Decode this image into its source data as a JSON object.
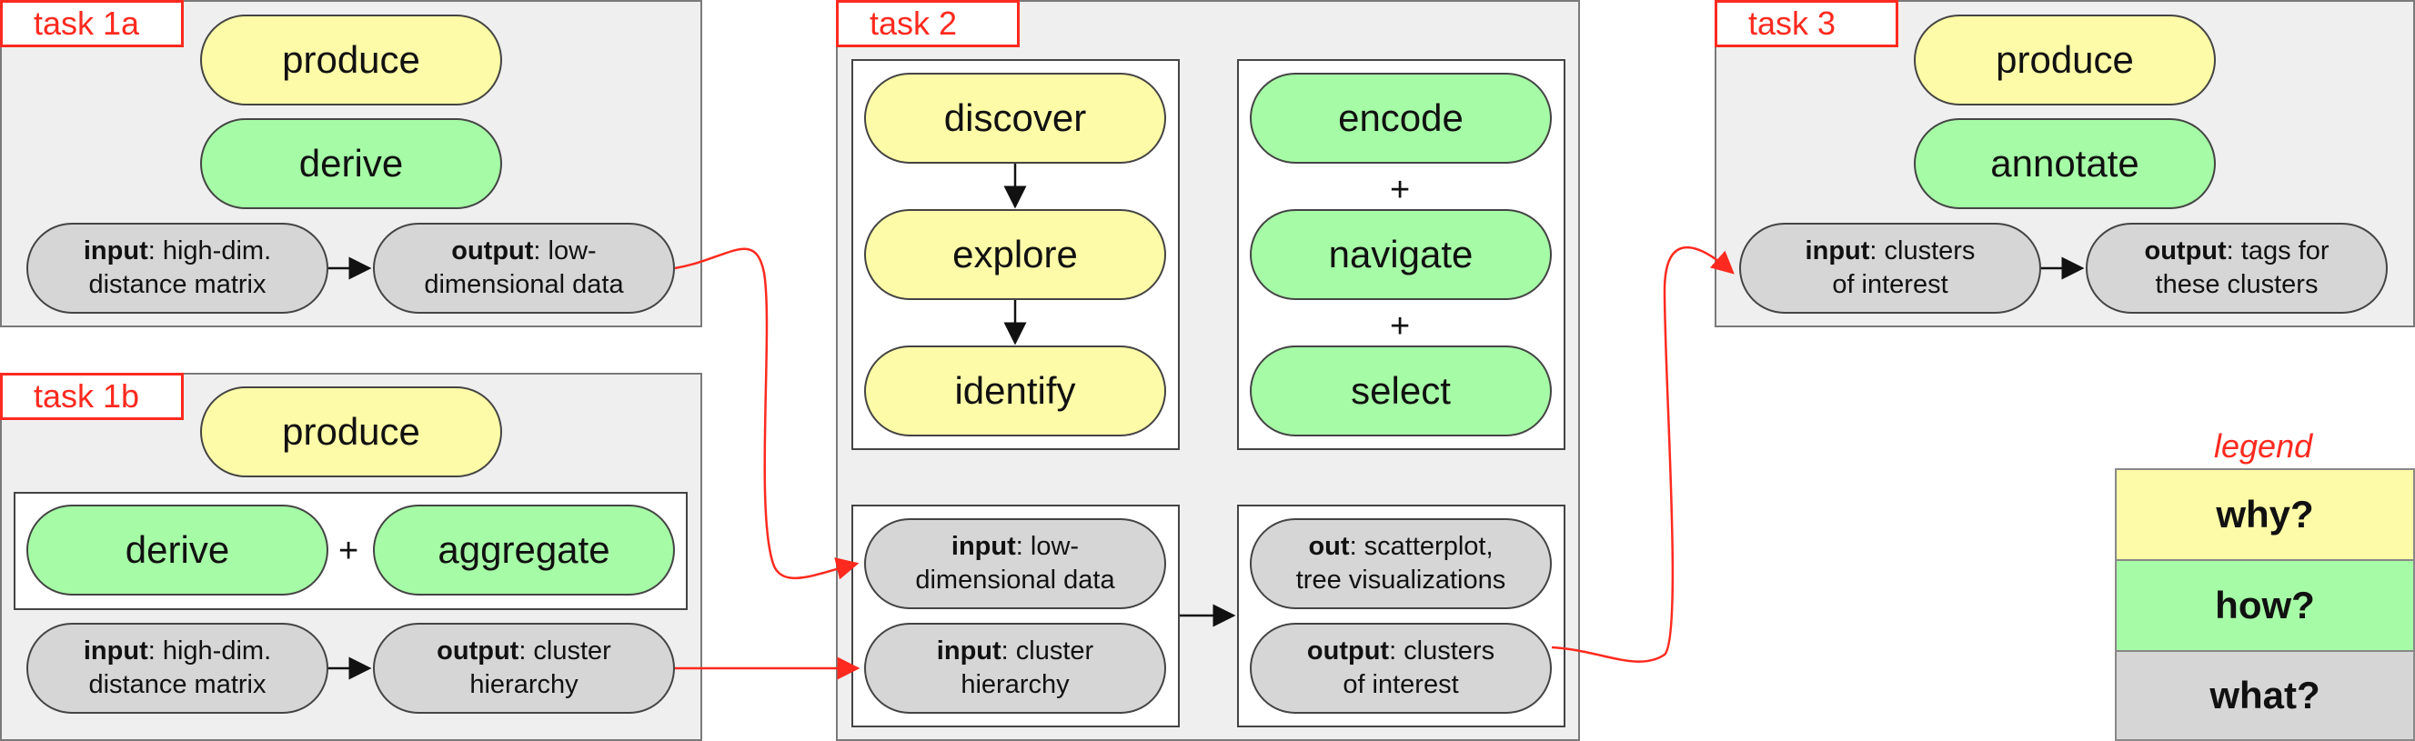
{
  "task1a": {
    "label": "task 1a",
    "produce": "produce",
    "derive": "derive",
    "input_bold": "input",
    "input_rest": ": high-dim.",
    "input_line2": "distance matrix",
    "output_bold": "output",
    "output_rest": ": low-",
    "output_line2": "dimensional data"
  },
  "task1b": {
    "label": "task 1b",
    "produce": "produce",
    "derive": "derive",
    "plus": "+",
    "aggregate": "aggregate",
    "input_bold": "input",
    "input_rest": ": high-dim.",
    "input_line2": "distance matrix",
    "output_bold": "output",
    "output_rest": ": cluster",
    "output_line2": "hierarchy"
  },
  "task2": {
    "label": "task 2",
    "discover": "discover",
    "explore": "explore",
    "identify": "identify",
    "encode": "encode",
    "plus1": "+",
    "navigate": "navigate",
    "plus2": "+",
    "select": "select",
    "input1_bold": "input",
    "input1_rest": ": low-",
    "input1_line2": "dimensional data",
    "input2_bold": "input",
    "input2_rest": ": cluster",
    "input2_line2": "hierarchy",
    "out_bold": "out",
    "out_rest": ": scatterplot,",
    "out_line2": "tree visualizations",
    "output_bold": "output",
    "output_rest": ": clusters",
    "output_line2": "of interest"
  },
  "task3": {
    "label": "task 3",
    "produce": "produce",
    "annotate": "annotate",
    "input_bold": "input",
    "input_rest": ": clusters",
    "input_line2": "of interest",
    "output_bold": "output",
    "output_rest": ": tags for",
    "output_line2": "these clusters"
  },
  "legend": {
    "title": "legend",
    "why": "why?",
    "how": "how?",
    "what": "what?"
  },
  "colors": {
    "why": "#fdfba7",
    "how": "#a6fba6",
    "what": "#d6d6d6",
    "accent_red": "#ff2a1f",
    "panel_bg": "#efefef"
  }
}
